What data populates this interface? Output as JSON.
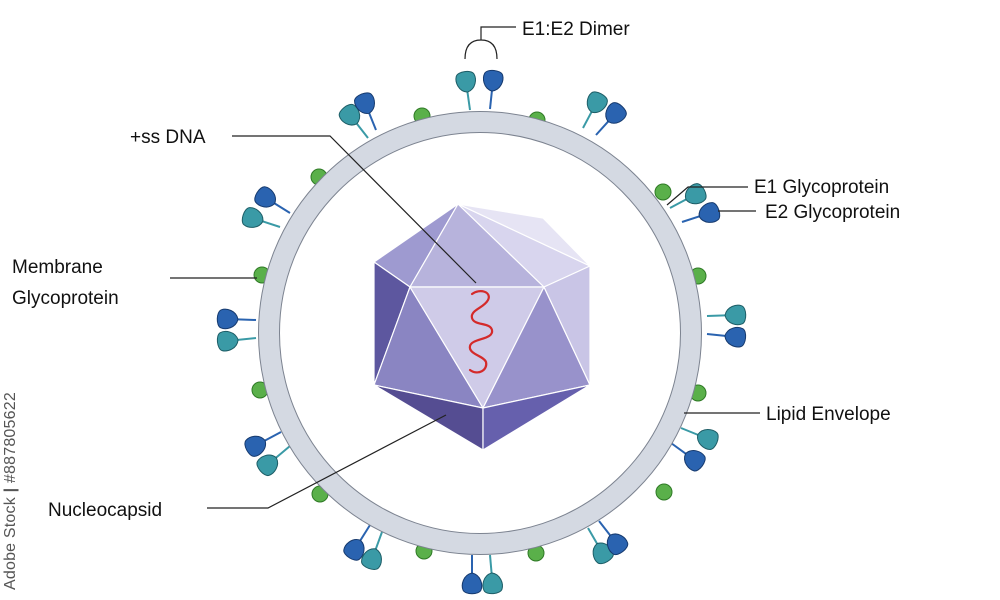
{
  "labels": {
    "e1e2_dimer": "E1:E2 Dimer",
    "ss_dna": "+ss DNA",
    "e1_glycoprotein": "E1 Glycoprotein",
    "e2_glycoprotein": "E2 Glycoprotein",
    "membrane_glycoprotein_line1": "Membrane",
    "membrane_glycoprotein_line2": "Glycoprotein",
    "lipid_envelope": "Lipid Envelope",
    "nucleocapsid": "Nucleocapsid"
  },
  "watermark": {
    "brand": "Adobe Stock",
    "separator": "|",
    "id": "#887805622"
  },
  "colors": {
    "envelope": "#d4d9e2",
    "envelope_stroke": "#7c8390",
    "e1_teal": "#3a9aa6",
    "e2_blue": "#2a63b0",
    "membrane_green": "#5ab04a",
    "rna": "#d42a2a",
    "capsid_light": "#c7c3e2",
    "capsid_mid": "#8b86c2",
    "capsid_dark": "#5a539c"
  }
}
